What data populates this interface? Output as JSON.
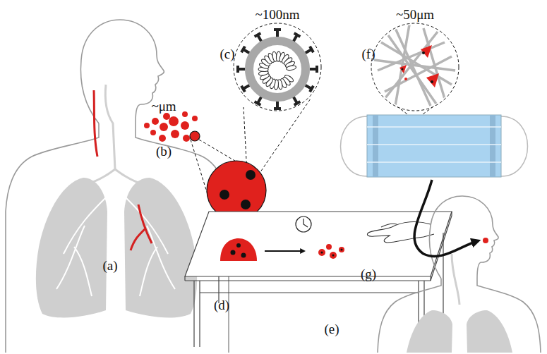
{
  "diagram": {
    "labels": [
      "~100nm",
      "(c)",
      "~50μm",
      "(f)",
      "~μm",
      "(b)",
      "(a)",
      "(g)",
      "(d)",
      "(e)"
    ]
  }
}
